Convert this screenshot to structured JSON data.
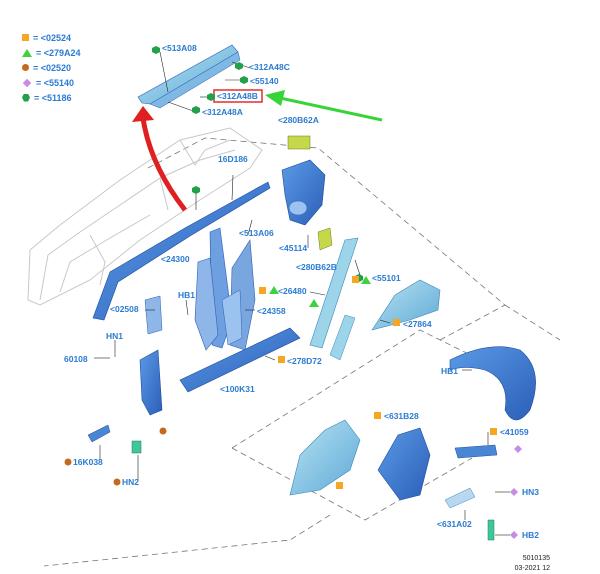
{
  "legend": [
    {
      "symbol": "square",
      "color": "#f5a623",
      "label": "= <02524"
    },
    {
      "symbol": "triangle",
      "color": "#3ed13e",
      "label": "= <279A24"
    },
    {
      "symbol": "circle",
      "color": "#c46a1e",
      "label": "= <02520"
    },
    {
      "symbol": "diamond",
      "color": "#c98be6",
      "label": "= <55140"
    },
    {
      "symbol": "hexagon",
      "color": "#22a04a",
      "label": "= <51186"
    }
  ],
  "callouts": {
    "c513A08": "<513A08",
    "c312A48C": "<312A48C",
    "c55140": "<55140",
    "c312A48B": "<312A48B",
    "c312A48A": "<312A48A",
    "c280B62A": "<280B62A",
    "c16D186": "16D186",
    "c513A06": "<513A06",
    "c45114": "<45114",
    "c24300": "<24300",
    "c280B62B": "<280B62B",
    "c55101": "<55101",
    "c26480": "<26480",
    "c278D72": "<278D72",
    "cHB1a": "HB1",
    "c02508": "<02508",
    "c24358": "<24358",
    "c27864": "<27864",
    "cHN1": "HN1",
    "c60108": "60108",
    "cHB1b": "HB1",
    "c100K31": "<100K31",
    "c631B28": "<631B28",
    "c41059": "<41059",
    "c16K038": "16K038",
    "cHN2": "HN2",
    "cHN3": "HN3",
    "c631A02": "<631A02",
    "cHB2": "HB2"
  },
  "colors": {
    "label_blue": "#2b7bd1",
    "part_blue": "#3d7fd6",
    "part_light": "#8fd0e8",
    "highlight_red": "#e02020",
    "arrow_green": "#37d437"
  },
  "footer": {
    "code": "5010135",
    "date": "03-2021 12"
  }
}
